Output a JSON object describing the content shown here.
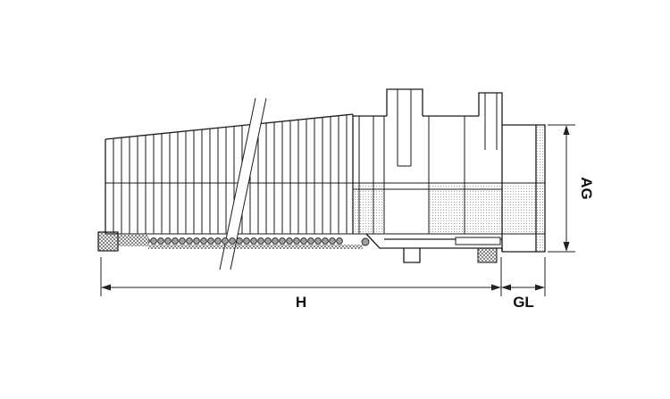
{
  "diagram": {
    "background_color": "#ffffff",
    "line_color": "#1a1a1a",
    "labels": {
      "h": "H",
      "gl": "GL",
      "ag": "AG"
    }
  }
}
